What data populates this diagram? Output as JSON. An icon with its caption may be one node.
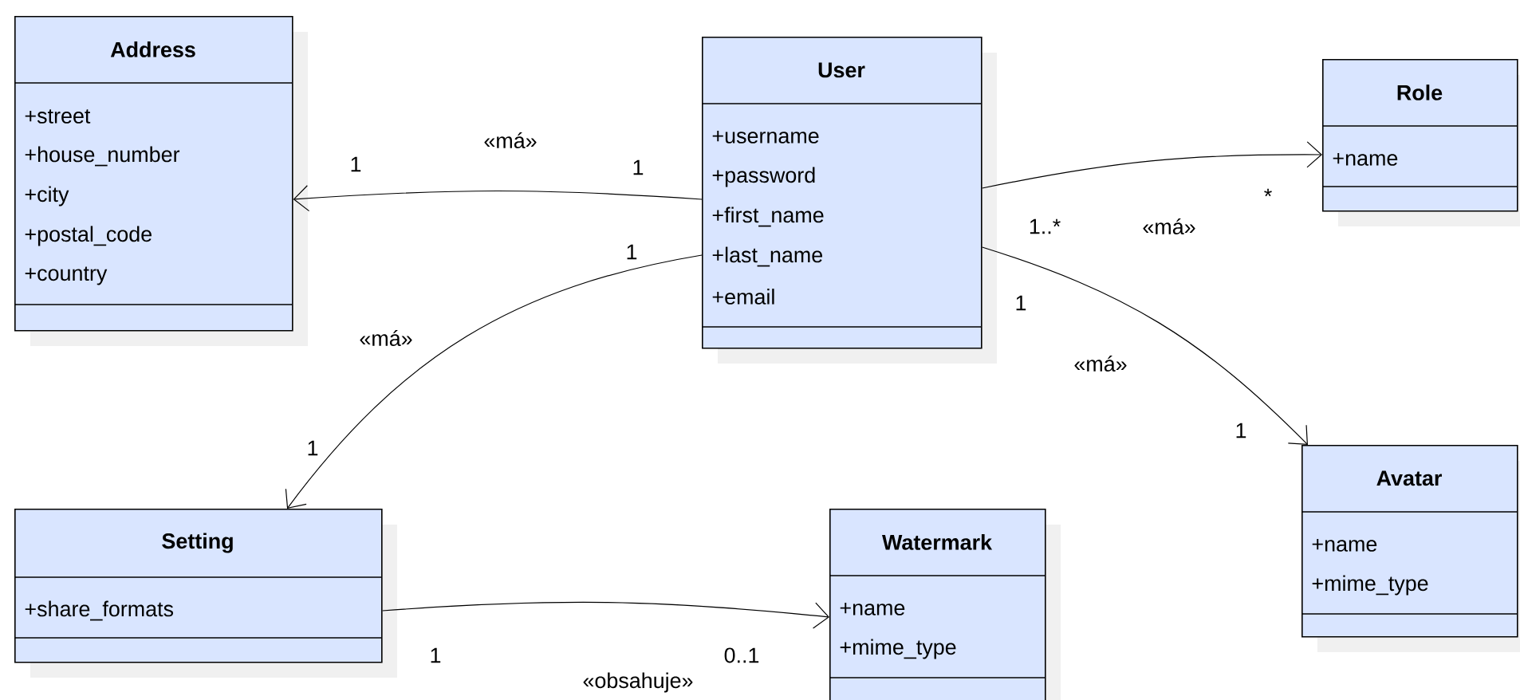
{
  "diagram": {
    "nodes": [
      {
        "text": [
          "Address",
          "+street",
          "+house_number",
          "+city",
          "+postal_code",
          "+country"
        ]
      },
      {
        "text": [
          "User",
          "+username",
          "+password",
          "+first_name",
          "+last_name",
          "+email"
        ]
      },
      {
        "text": [
          "Role",
          "+name"
        ]
      },
      {
        "text": [
          "Setting",
          "+share_formats"
        ]
      },
      {
        "text": [
          "Watermark",
          "+name",
          "+mime_type"
        ]
      },
      {
        "text": [
          "Avatar",
          "+name",
          "+mime_type"
        ]
      }
    ],
    "edges": [
      {
        "from": 1,
        "to": 0,
        "arrow": "to",
        "label": "«má»"
      },
      {
        "from": 1,
        "to": 3,
        "arrow": "to",
        "label": "«má»"
      },
      {
        "from": 1,
        "to": 2,
        "arrow": "to",
        "label": "«má»"
      },
      {
        "from": 1,
        "to": 5,
        "arrow": "to",
        "label": "«má»"
      },
      {
        "from": 3,
        "to": 4,
        "arrow": "to",
        "label": "«obsahuje»"
      }
    ],
    "labels": [
      "1",
      "1",
      "1",
      "1..*",
      "*",
      "1",
      "1",
      "1",
      "1",
      "0..1"
    ]
  }
}
